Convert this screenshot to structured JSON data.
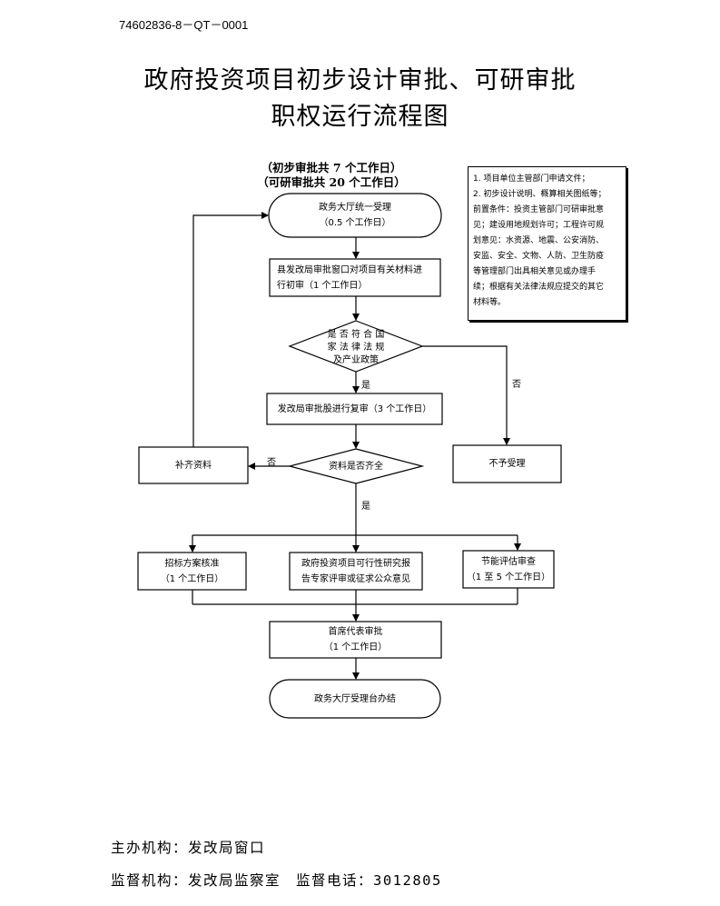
{
  "doc_id": "74602836-8－QT－0001",
  "title": {
    "line1": "政府投资项目初步设计审批、可研审批",
    "line2": "职权运行流程图"
  },
  "subtitle": {
    "line1": "（初步审批共 7 个工作日）",
    "line2": "（可研审批共 20 个工作日）"
  },
  "nodes": {
    "start": {
      "line1": "政务大厅统一受理",
      "line2": "（0.5 个工作日）"
    },
    "initial_review": {
      "line1": "县发改局审批窗口对项目有关材料进",
      "line2": "行初审（1 个工作日）"
    },
    "decision_policy": {
      "line1": "是 否 符 合 国",
      "line2": "家 法 律 法 规",
      "line3": "及产业政策"
    },
    "re_review": {
      "text": "发改局审批股进行复审（3 个工作日）"
    },
    "decision_complete": {
      "text": "资料是否齐全"
    },
    "supplement": {
      "text": "补齐资料"
    },
    "reject": {
      "text": "不予受理"
    },
    "bidding": {
      "line1": "招标方案核准",
      "line2": "（1 个工作日）"
    },
    "feasibility": {
      "line1": "政府投资项目可行性研究报",
      "line2": "告专家评审或征求公众意见"
    },
    "energy": {
      "line1": "节能评估审查",
      "line2": "（1 至 5 个工作日）"
    },
    "chief_approval": {
      "line1": "首席代表审批",
      "line2": "（1 个工作日）"
    },
    "end": {
      "text": "政务大厅受理台办结"
    }
  },
  "edge_labels": {
    "policy_yes": "是",
    "policy_no": "否",
    "complete_no": "否",
    "complete_yes": "是"
  },
  "note": {
    "lines": [
      "1. 项目单位主管部门申请文件；",
      "2. 初步设计说明、概算相关图纸等；",
      "前置条件：投资主管部门可研审批意",
      "见；建设用地规划许可；工程许可规",
      "划意见：水资源、地震、公安消防、",
      "安监、安全、文物、人防、卫生防疫",
      "等管理部门出具相关意见或办理手",
      "续；根据有关法律法规应提交的其它",
      "材料等。"
    ]
  },
  "footer": {
    "organizer": "主办机构：发改局窗口",
    "supervisor": "监督机构：发改局监察室　监督电话：3012805"
  }
}
